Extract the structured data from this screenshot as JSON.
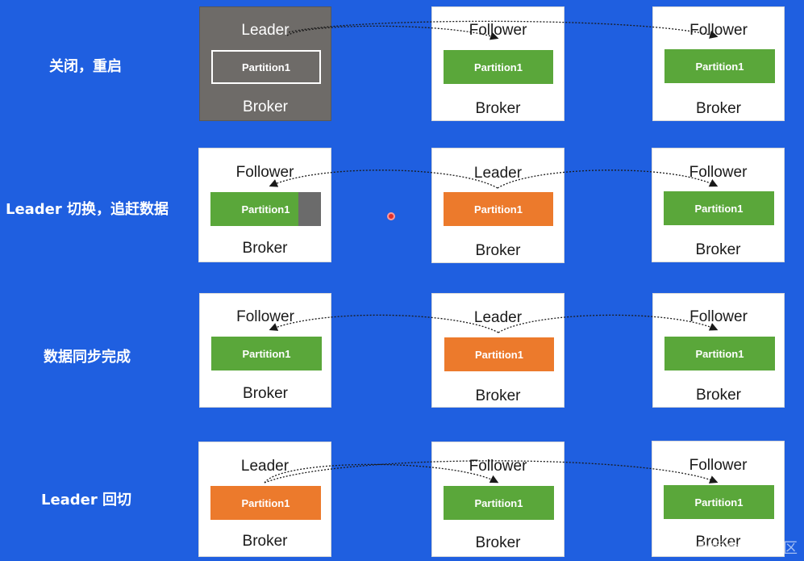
{
  "rows": [
    {
      "label": "关闭，重启",
      "brokers": [
        {
          "role": "Leader",
          "partition": "Partition1",
          "broker": "Broker"
        },
        {
          "role": "Follower",
          "partition": "Partition1",
          "broker": "Broker"
        },
        {
          "role": "Follower",
          "partition": "Partition1",
          "broker": "Broker"
        }
      ]
    },
    {
      "label": "Leader 切换，追赶数据",
      "brokers": [
        {
          "role": "Follower",
          "partition": "Partition1",
          "broker": "Broker"
        },
        {
          "role": "Leader",
          "partition": "Partition1",
          "broker": "Broker"
        },
        {
          "role": "Follower",
          "partition": "Partition1",
          "broker": "Broker"
        }
      ]
    },
    {
      "label": "数据同步完成",
      "brokers": [
        {
          "role": "Follower",
          "partition": "Partition1",
          "broker": "Broker"
        },
        {
          "role": "Leader",
          "partition": "Partition1",
          "broker": "Broker"
        },
        {
          "role": "Follower",
          "partition": "Partition1",
          "broker": "Broker"
        }
      ]
    },
    {
      "label": "Leader 回切",
      "brokers": [
        {
          "role": "Leader",
          "partition": "Partition1",
          "broker": "Broker"
        },
        {
          "role": "Follower",
          "partition": "Partition1",
          "broker": "Broker"
        },
        {
          "role": "Follower",
          "partition": "Partition1",
          "broker": "Broker"
        }
      ]
    }
  ],
  "watermark": "@稀土掘金技术社区",
  "colors": {
    "background": "#1f5fe0",
    "follower_partition": "#5aa73a",
    "leader_partition": "#ec7a2c",
    "offline_broker": "#6e6b68"
  }
}
